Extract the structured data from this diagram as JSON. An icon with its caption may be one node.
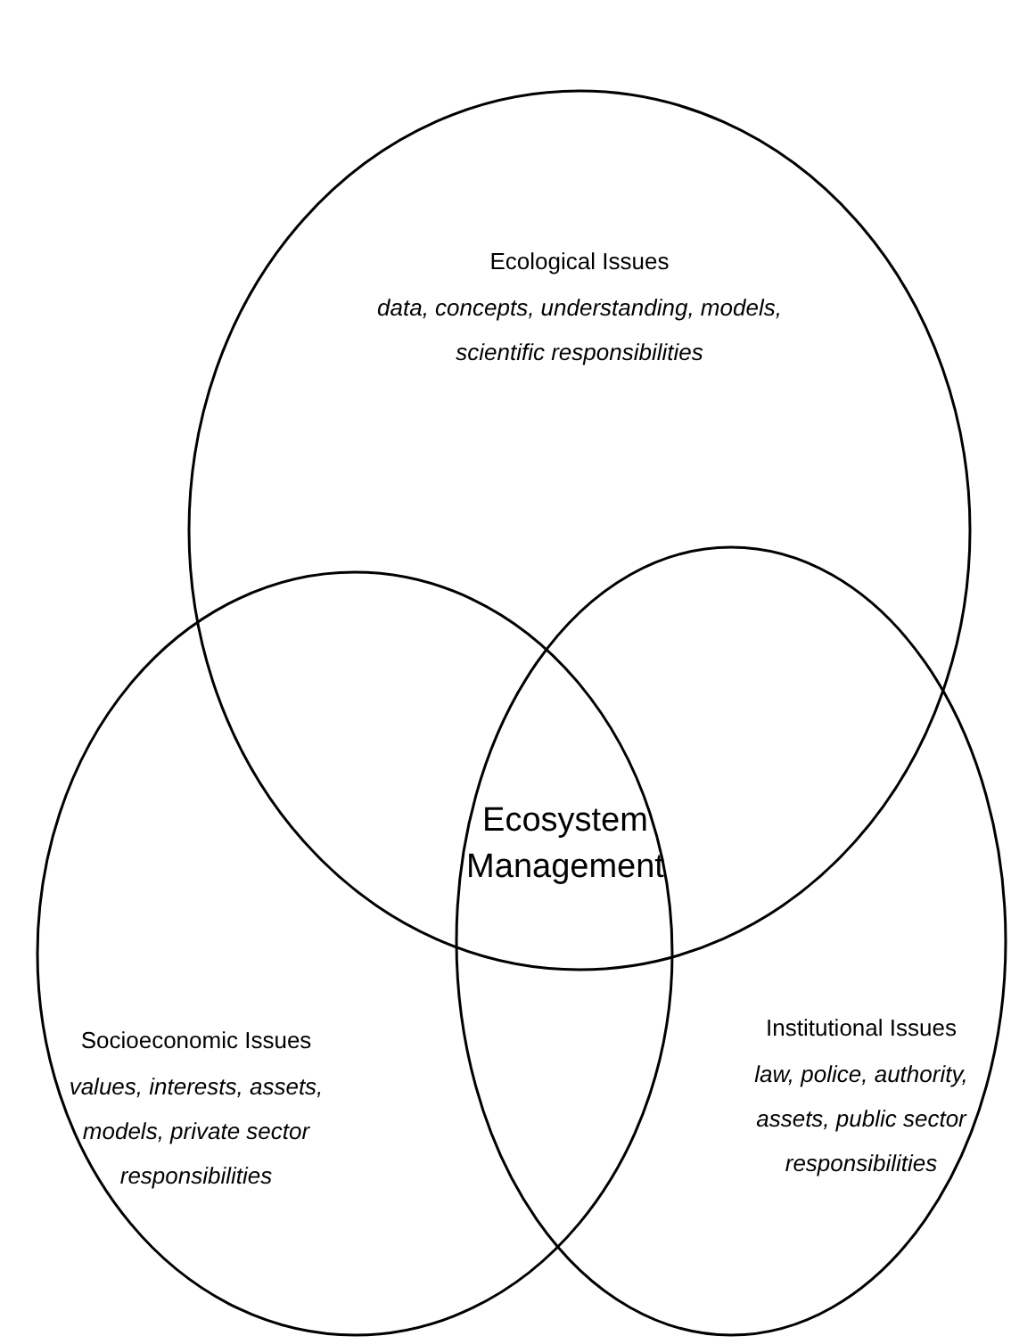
{
  "diagram": {
    "nodes": [
      {
        "text": [
          "Ecological Issues",
          "data, concepts, understanding, models, scientific responsibilities"
        ]
      },
      {
        "text": [
          "Socioeconomic Issues",
          "values, interests, assets, models, private sector responsibilities"
        ]
      },
      {
        "text": [
          "Institutional Issues",
          "law, police, authority, assets, public sector responsibilities"
        ]
      }
    ],
    "edges": [],
    "labels": [
      "Ecosystem Management"
    ]
  }
}
